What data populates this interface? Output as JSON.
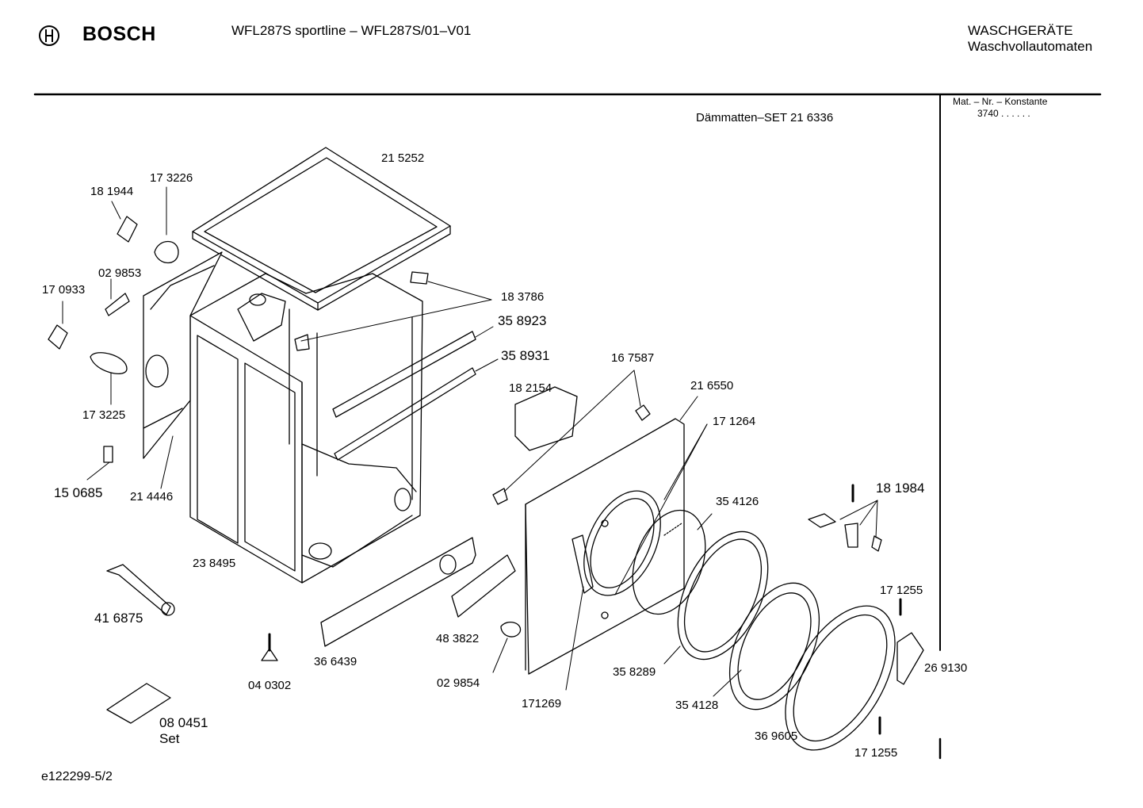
{
  "header": {
    "brand": "BOSCH",
    "model": "WFL287S sportline – WFL287S/01–V01",
    "category_line1": "WASCHGERÄTE",
    "category_line2": "Waschvollautomaten"
  },
  "sidebar": {
    "mat_label": "Mat. – Nr. – Konstante",
    "mat_value": "3740  .  .    .  .  .  ."
  },
  "set_label": "Dämmatten–SET 21 6336",
  "footer": {
    "doc_id": "e122299-5/2"
  },
  "parts": {
    "p215252": "21 5252",
    "p173226": "17 3226",
    "p181944": "18 1944",
    "p029853": "02 9853",
    "p170933": "17 0933",
    "p173225": "17 3225",
    "p150685": "15 0685",
    "p214446": "21 4446",
    "p183786": "18 3786",
    "p358923": "35 8923",
    "p358931": "35 8931",
    "p182154": "18 2154",
    "p167587": "16 7587",
    "p216550": "21 6550",
    "p171264": "17 1264",
    "p354126": "35 4126",
    "p181984": "18 1984",
    "p171255a": "17 1255",
    "p269130": "26 9130",
    "p238495": "23 8495",
    "p416875": "41 6875",
    "p366439": "36 6439",
    "p483822": "48 3822",
    "p029854": "02 9854",
    "p040302": "04 0302",
    "p080451": "08 0451",
    "p080451_set": "Set",
    "p171269": "171269",
    "p358289": "35 8289",
    "p354128": "35 4128",
    "p369605": "36 9605",
    "p171255b": "17 1255"
  },
  "icons": {
    "brand_logo": "bosch-armature-icon"
  }
}
